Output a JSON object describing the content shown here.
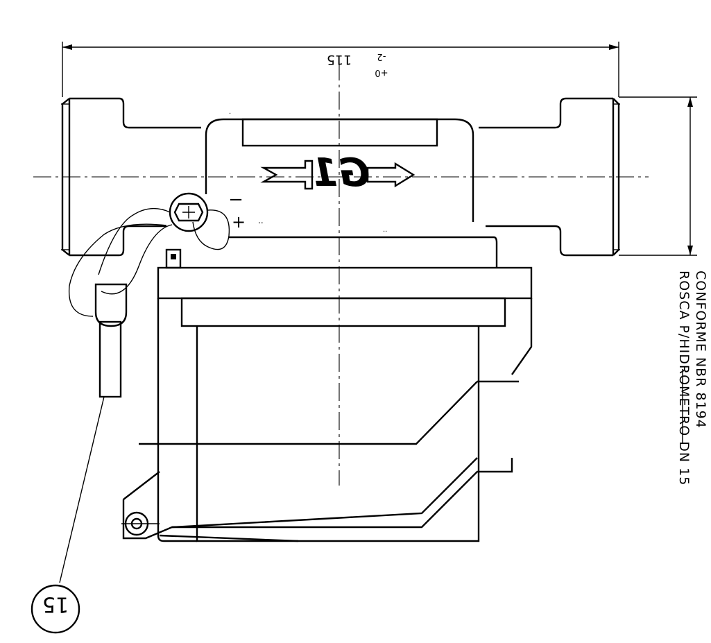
{
  "drawing": {
    "overall_length_dim": "115",
    "overall_length_tol_upper": "+0",
    "overall_length_tol_lower": "-2",
    "inlet_size": "G1",
    "polarity_minus": "−",
    "polarity_plus": "+",
    "note_line_1": "CONFORME NBR 8194",
    "note_line_2": "ROSCA P/HIDROMETRO DN 15",
    "item_balloon": "15"
  }
}
